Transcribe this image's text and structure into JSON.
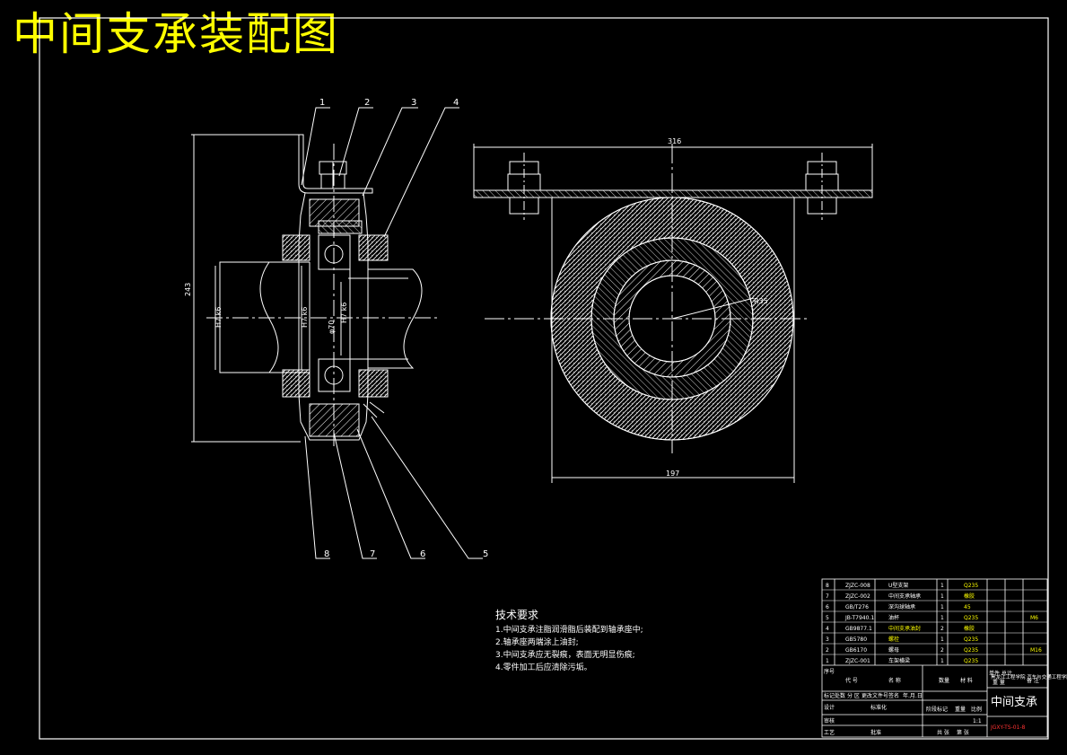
{
  "title": "中间支承装配图",
  "callouts": [
    "1",
    "2",
    "3",
    "4",
    "5",
    "6",
    "7",
    "8"
  ],
  "dimensions": {
    "top_width": "316",
    "bottom_width": "197",
    "height": "243",
    "radius": "R35",
    "fit_left": "H7 k6",
    "fit_center": "H7 k6",
    "dia_center": "φ70",
    "fit_right": "H7 k6"
  },
  "tech_requirements": {
    "heading": "技术要求",
    "items": [
      "1.中间支承注脂润滑脂后装配到轴承座中;",
      "2.轴承座两端涂上油封;",
      "3.中间支承应无裂痕，表面无明显伤痕;",
      "4.零件加工后应清除污垢。"
    ]
  },
  "bom": {
    "rows": [
      {
        "no": "8",
        "code": "ZJZC-008",
        "name": "U型支架",
        "qty": "1",
        "material": "Q235",
        "note": ""
      },
      {
        "no": "7",
        "code": "ZJZC-002",
        "name": "中间支承轴承",
        "qty": "1",
        "material": "橡胶",
        "note": ""
      },
      {
        "no": "6",
        "code": "GB/T276",
        "name": "深沟球轴承",
        "qty": "1",
        "material": "45",
        "note": ""
      },
      {
        "no": "5",
        "code": "JB-T7940.1",
        "name": "油杯",
        "qty": "1",
        "material": "Q235",
        "note": "M6"
      },
      {
        "no": "4",
        "code": "GB9877.1",
        "name": "中间支承油封",
        "qty": "2",
        "material": "橡胶",
        "note": ""
      },
      {
        "no": "3",
        "code": "GB5780",
        "name": "螺栓",
        "qty": "1",
        "material": "Q235",
        "note": ""
      },
      {
        "no": "2",
        "code": "GB6170",
        "name": "螺母",
        "qty": "2",
        "material": "Q235",
        "note": "M16"
      },
      {
        "no": "1",
        "code": "ZJZC-001",
        "name": "车架横梁",
        "qty": "1",
        "material": "Q235",
        "note": ""
      }
    ],
    "header": {
      "no": "序号",
      "code": "代 号",
      "name": "名 称",
      "qty": "数量",
      "material": "材 料",
      "unit_weight": "单件 总计",
      "weight": "重 量",
      "note": "备 注"
    },
    "school": "黑龙江工程学院 汽车与交通工程学院",
    "drawing_name": "中间支承",
    "scale": "1:1",
    "drawing_no": "JGXY-TS-01-8",
    "labels": [
      "标记",
      "处数",
      "分 区",
      "更改文件号",
      "签名",
      "年.月.日",
      "设计",
      "标准化",
      "阶段标记",
      "重量",
      "比例",
      "审核",
      "工艺",
      "批准",
      "共 张",
      "第 张"
    ]
  }
}
